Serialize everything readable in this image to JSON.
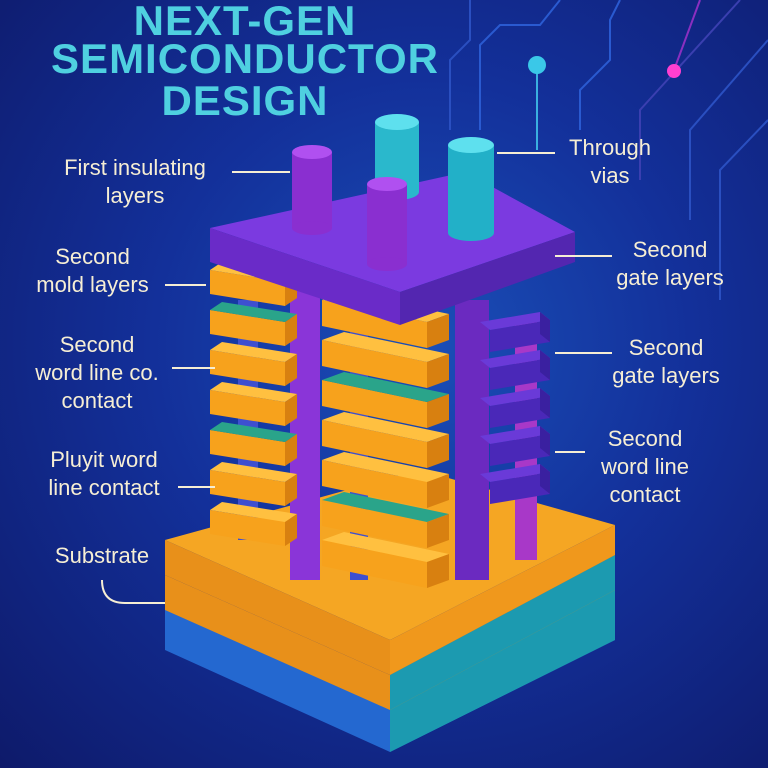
{
  "title": {
    "line1": "NEXT-GEN",
    "line2": "SEMICONDUCTOR",
    "line3": "DESIGN"
  },
  "labels": {
    "first_insulating": [
      "First insulating",
      "layers"
    ],
    "through_vias": [
      "Through",
      "vias"
    ],
    "second_mold": [
      "Second",
      "mold layers"
    ],
    "second_gate_1": [
      "Second",
      "gate layers"
    ],
    "second_gate_2": [
      "Second",
      "gate layers"
    ],
    "second_word_line_co": [
      "Second",
      "word line co.",
      "contact"
    ],
    "pluyit_word_line": [
      "Pluyit word",
      "line contact"
    ],
    "second_word_line": [
      "Second",
      "word line",
      "contact"
    ],
    "substrate": [
      "Substrate"
    ]
  },
  "colors": {
    "title": "#4fd0e0",
    "label": "#f6eed4",
    "orange": "#f7a21c",
    "purple": "#7a2fd0",
    "cyan": "#2ec4d6",
    "blue": "#2a6fd6"
  }
}
